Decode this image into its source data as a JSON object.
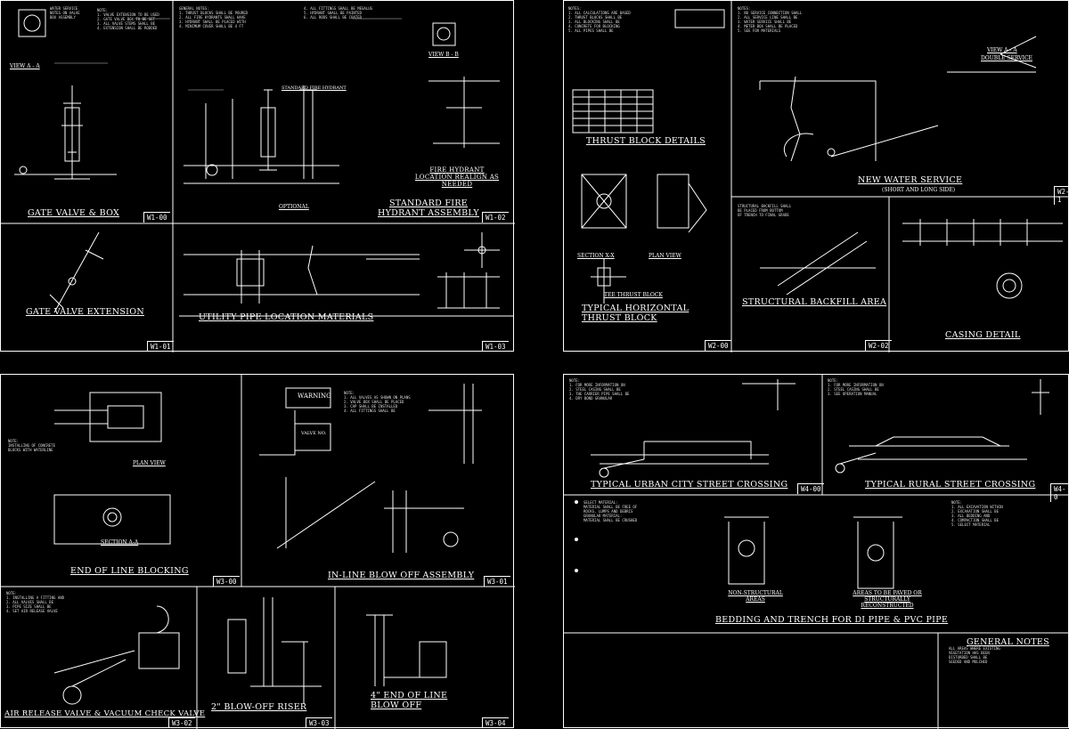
{
  "sheets": [
    {
      "panels": [
        {
          "title": "GATE VALVE & BOX",
          "num": "W1-00"
        },
        {
          "title": "STANDARD FIRE HYDRANT ASSEMBLY",
          "num": "W1-02",
          "subtitle": "FIRE HYDRANT LOCATION REALIGN AS NEEDED"
        },
        {
          "title": "GATE VALVE EXTENSION",
          "num": "W1-01"
        },
        {
          "title": "UTILITY PIPE LOCATION MATERIALS",
          "num": "W1-03"
        }
      ],
      "labels": {
        "view_a": "VIEW A - A",
        "view_b": "VIEW B - B",
        "optional": "OPTIONAL",
        "standard_fire_hydrant": "STANDARD FIRE HYDRANT"
      }
    },
    {
      "panels": [
        {
          "title": "THRUST BLOCK DETAILS",
          "num": ""
        },
        {
          "title": "TYPICAL HORIZONTAL THRUST BLOCK",
          "num": "W2-00"
        },
        {
          "title": "NEW WATER SERVICE",
          "num": "W2-1",
          "subtitle": "(SHORT AND LONG SIDE)"
        },
        {
          "title": "STRUCTURAL BACKFILL AREA",
          "num": "W2-02"
        },
        {
          "title": "CASING DETAIL",
          "num": ""
        }
      ],
      "labels": {
        "section_xx": "SECTION X-X",
        "plan_view": "PLAN VIEW",
        "tee_thrust": "TEE THRUST BLOCK",
        "view_aa": "VIEW A - A",
        "double_service": "DOUBLE SERVICE"
      }
    },
    {
      "panels": [
        {
          "title": "END OF LINE BLOCKING",
          "num": "W3-00"
        },
        {
          "title": "IN-LINE BLOW OFF ASSEMBLY",
          "num": "W3-01"
        },
        {
          "title": "AIR RELEASE VALVE & VACUUM CHECK VALVE",
          "num": "W3-02"
        },
        {
          "title": "2\" BLOW-OFF RISER",
          "num": "W3-03"
        },
        {
          "title": "4\" END OF LINE BLOW OFF",
          "num": "W3-04"
        }
      ],
      "labels": {
        "plan_view": "PLAN VIEW",
        "section_aa": "SECTION A-A",
        "warning": "WARNING",
        "valve_no": "VALVE NO."
      }
    },
    {
      "panels": [
        {
          "title": "TYPICAL URBAN CITY STREET CROSSING",
          "num": "W4-00"
        },
        {
          "title": "TYPICAL RURAL STREET CROSSING",
          "num": "W4-0"
        },
        {
          "title": "BEDDING AND TRENCH FOR DI PIPE & PVC PIPE",
          "num": ""
        },
        {
          "title": "GENERAL NOTES",
          "num": ""
        }
      ],
      "labels": {
        "non_structural": "NON-STRUCTURAL AREAS",
        "areas_paved": "AREAS TO BE PAVED OR STRUCTURALLY RECONSTRUCTED"
      }
    }
  ]
}
